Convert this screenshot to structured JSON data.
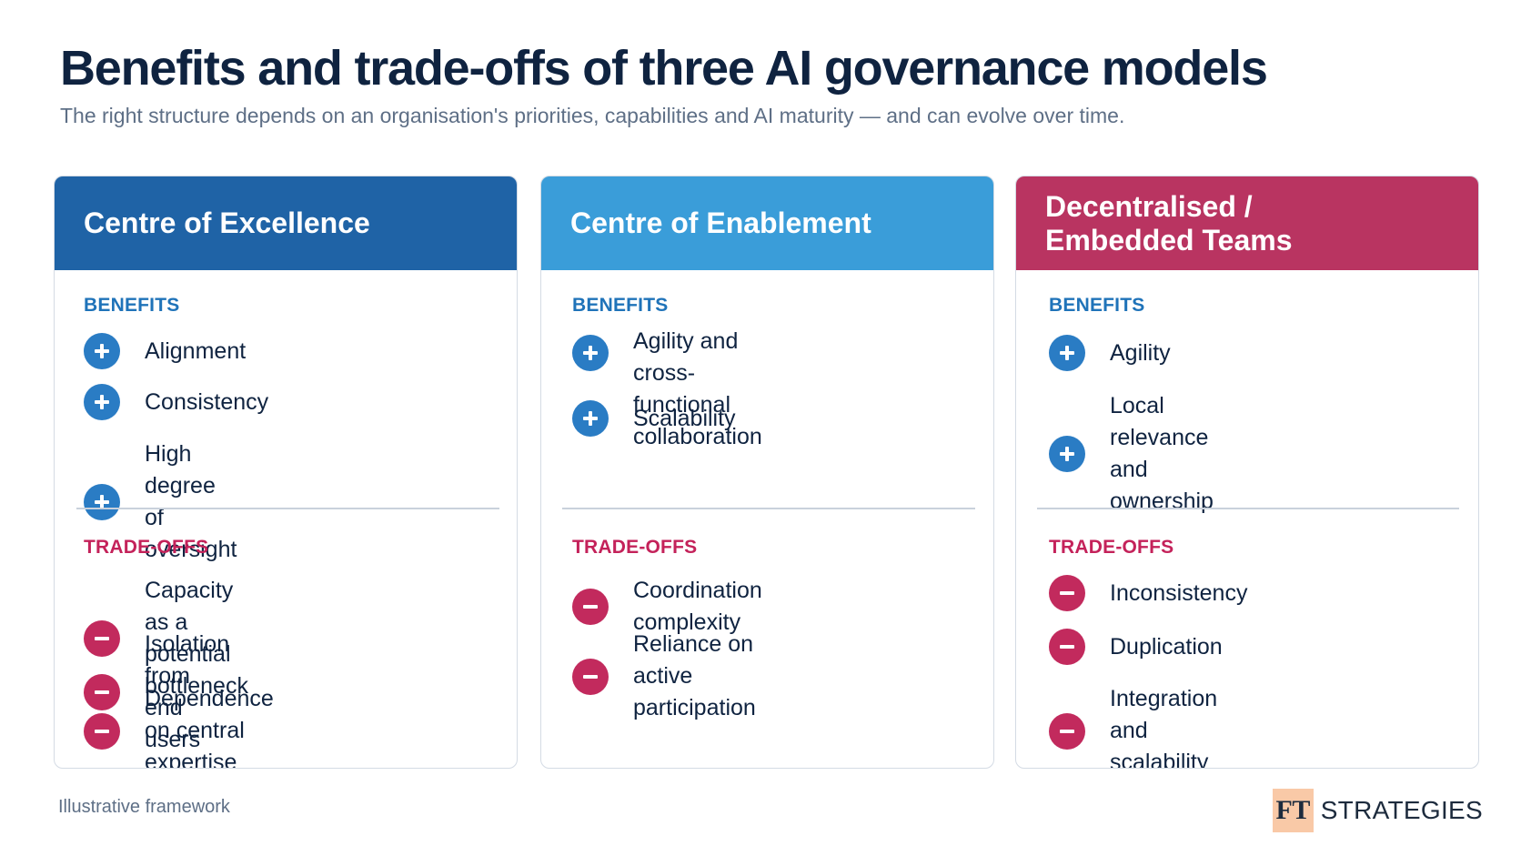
{
  "title": "Benefits and trade-offs of three AI governance models",
  "subtitle": "The right structure depends on an organisation's priorities, capabilities and AI maturity — and can evolve over time.",
  "colors": {
    "coe": "#1f63a6",
    "coen": "#3a9dd9",
    "dec": "#b93461",
    "benefit": "#2a7cc4",
    "tradeoff": "#c22a5d"
  },
  "models": [
    {
      "name": "Centre of Excellence",
      "benefits_label": "BENEFITS",
      "benefits": [
        "Alignment",
        "Consistency",
        "High degree of oversight"
      ],
      "tradeoffs_label": "TRADE-OFFS",
      "tradeoffs": [
        "Capacity as a potential bottleneck",
        "Isolation from end users",
        "Dependence on central expertise"
      ]
    },
    {
      "name": "Centre of Enablement",
      "benefits_label": "BENEFITS",
      "benefits": [
        "Agility and cross-functional\ncollaboration",
        "Scalability"
      ],
      "tradeoffs_label": "TRADE-OFFS",
      "tradeoffs": [
        "Coordination complexity",
        "Reliance on active participation"
      ]
    },
    {
      "name": "Decentralised /\nEmbedded Teams",
      "benefits_label": "BENEFITS",
      "benefits": [
        "Agility",
        "Local relevance and ownership"
      ],
      "tradeoffs_label": "TRADE-OFFS",
      "tradeoffs": [
        "Inconsistency",
        "Duplication",
        "Integration and scalability"
      ]
    }
  ],
  "footer": {
    "note": "Illustrative framework",
    "brand_mark": "FT",
    "brand_name": "STRATEGIES"
  }
}
